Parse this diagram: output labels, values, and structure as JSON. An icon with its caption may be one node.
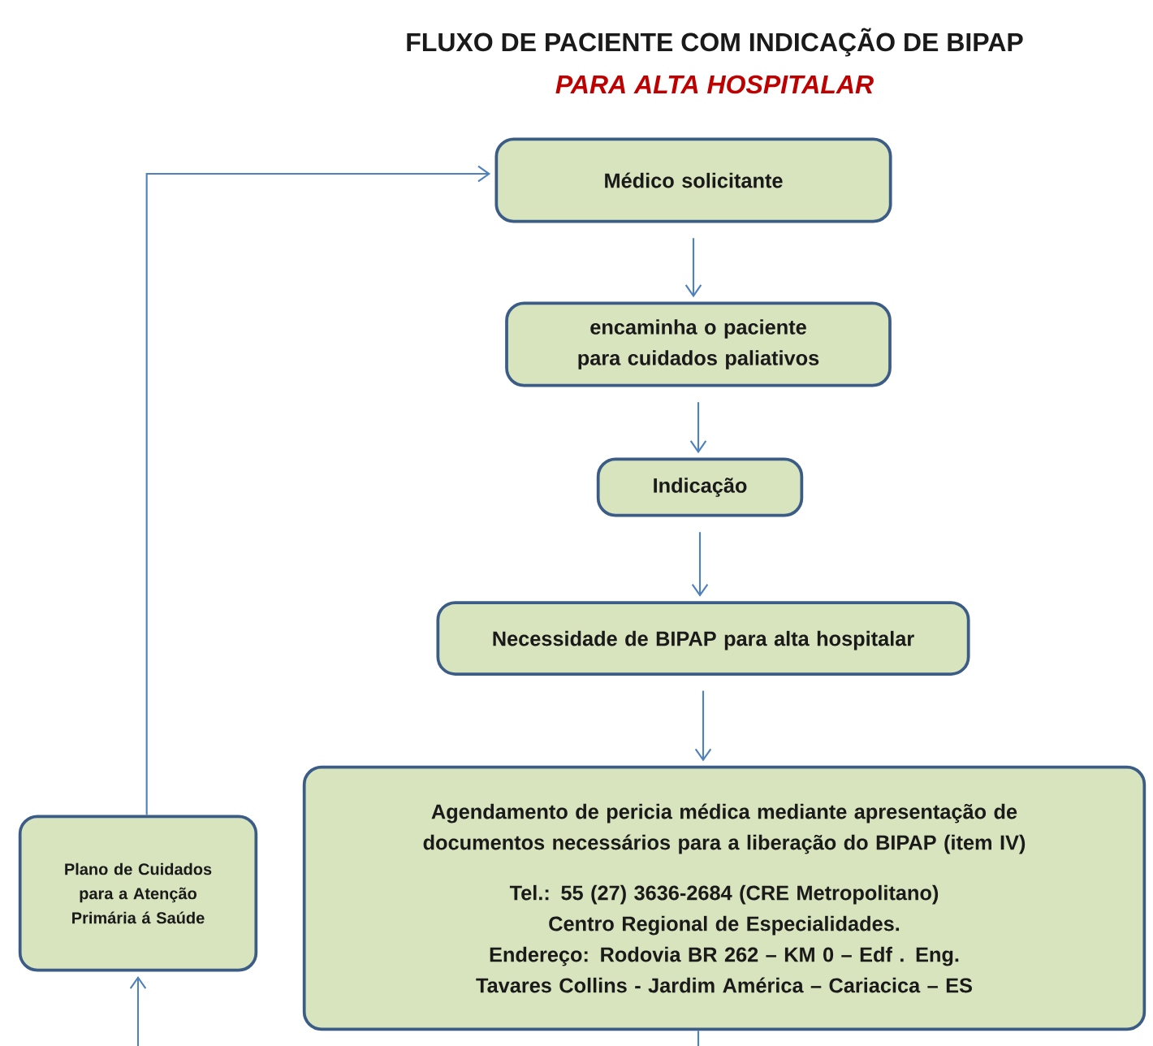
{
  "diagram": {
    "title": "FLUXO DE PACIENTE COM  INDICAÇÃO  DE  BIPAP",
    "nodes": [
      {
        "text": [
          "Médico solicitante"
        ]
      },
      {
        "text": [
          "encaminha o paciente para cuidados paliativos"
        ]
      },
      {
        "text": [
          "Indicação"
        ]
      },
      {
        "text": [
          "Necessidade de BIPAP para alta hospitalar"
        ]
      },
      {
        "text": [
          "Agendamento de pericia médica   mediante apresentação de documentos necessários para a liberação do BIPAP (item IV)",
          "Tel.: 55 (27) 3636-2684 (CRE Metropolitano) Centro Regional de Especialidades.",
          "Endereço: Rodovia BR 262 – KM 0 – Edf . Eng. Tavares Collins - Jardim América – Cariacica – ES"
        ]
      },
      {
        "text": [
          "Plano de Cuidados para a Atenção Primária á Saúde"
        ]
      }
    ],
    "edges": [
      {
        "from": 0,
        "to": 1,
        "arrow": "to"
      },
      {
        "from": 1,
        "to": 2,
        "arrow": "to"
      },
      {
        "from": 2,
        "to": 3,
        "arrow": "to"
      },
      {
        "from": 3,
        "to": 4,
        "arrow": "to"
      },
      {
        "from": 5,
        "to": 0,
        "arrow": "to"
      },
      {
        "from": null,
        "to": 5,
        "arrow": "to"
      },
      {
        "from": 4,
        "to": null,
        "arrow": "none"
      }
    ],
    "labels": [
      "PARA  ALTA HOSPITALAR"
    ]
  }
}
